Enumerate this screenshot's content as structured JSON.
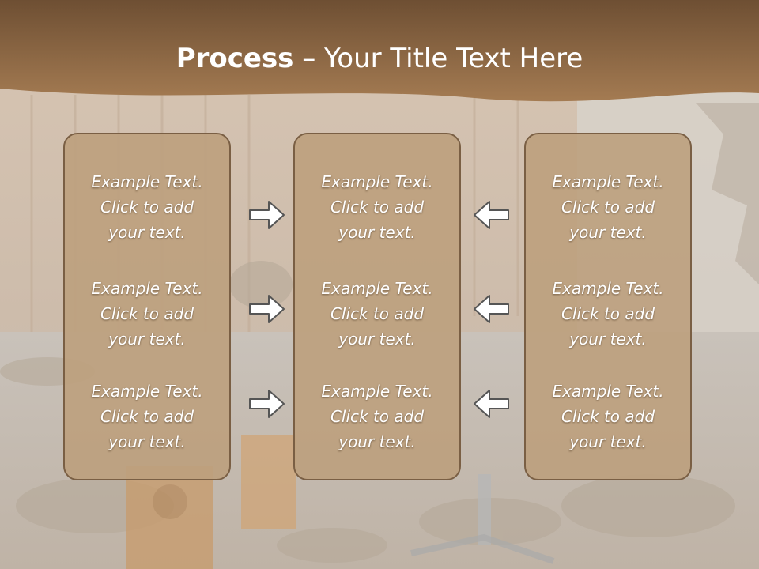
{
  "title": {
    "bold": "Process",
    "rest": " – Your Title Text Here"
  },
  "colors": {
    "header_brown": "#8f6a45",
    "panel_fill": "#bda07d",
    "panel_border": "#7a5f44",
    "arrow_fill": "#ffffff",
    "arrow_stroke": "#555555"
  },
  "background_icon": "ruined-room-photo",
  "arrow_icon": "outline-arrow",
  "columns": [
    {
      "items": [
        {
          "l1": "Example Text.",
          "l2": "Click  to add",
          "l3": "your text."
        },
        {
          "l1": "Example Text.",
          "l2": "Click  to add",
          "l3": "your text."
        },
        {
          "l1": "Example Text.",
          "l2": "Click  to add",
          "l3": "your text."
        }
      ]
    },
    {
      "items": [
        {
          "l1": "Example Text.",
          "l2": "Click  to add",
          "l3": "your text."
        },
        {
          "l1": "Example Text.",
          "l2": "Click  to add",
          "l3": "your text."
        },
        {
          "l1": "Example Text.",
          "l2": "Click  to add",
          "l3": "your text."
        }
      ]
    },
    {
      "items": [
        {
          "l1": "Example Text.",
          "l2": "Click  to add",
          "l3": "your text."
        },
        {
          "l1": "Example Text.",
          "l2": "Click  to add",
          "l3": "your text."
        },
        {
          "l1": "Example Text.",
          "l2": "Click  to add",
          "l3": "your text."
        }
      ]
    }
  ]
}
